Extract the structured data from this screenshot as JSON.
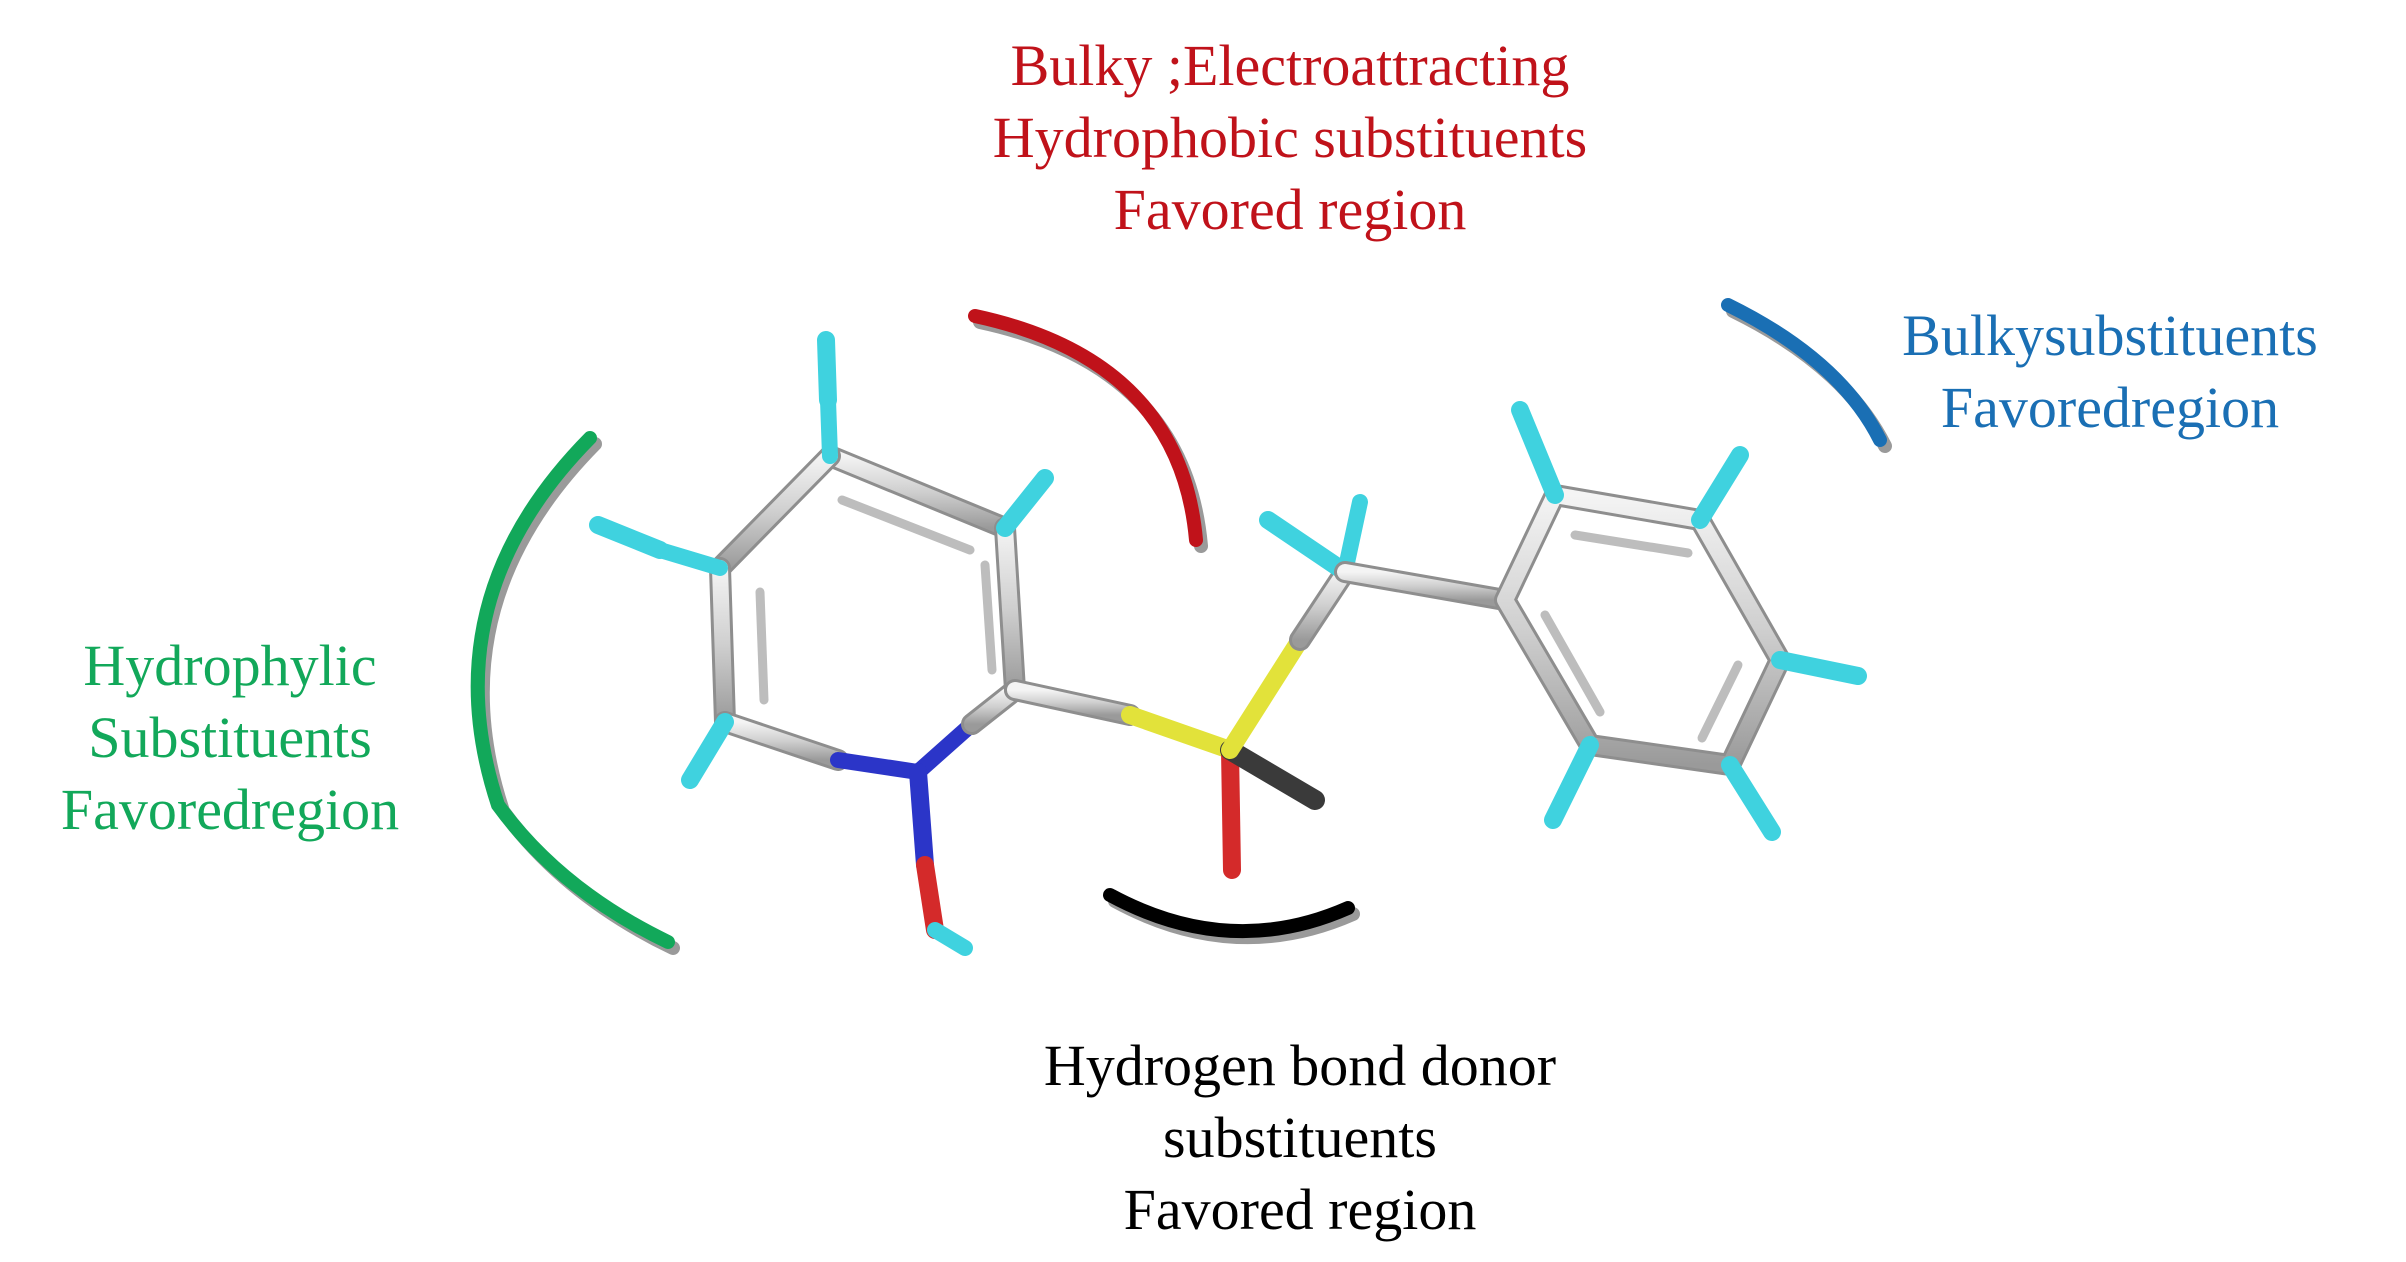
{
  "colors": {
    "red": "#c0121a",
    "blue": "#1a6fb4",
    "green": "#12a85a",
    "black": "#000000",
    "carbon": "#d6d6d6",
    "hydrogen": "#3fd2df",
    "nitrogen": "#2b35c8",
    "oxygen": "#d42a2a",
    "sulfur": "#e2e23a"
  },
  "labels": {
    "top": {
      "lines": [
        "Bulky ;Electroattracting",
        "Hydrophobic substituents",
        "Favored region"
      ]
    },
    "right": {
      "lines": [
        "Bulkysubstituents",
        "Favoredregion"
      ]
    },
    "left": {
      "lines": [
        "Hydrophylic",
        "Substituents",
        "Favoredregion"
      ]
    },
    "bottom": {
      "lines": [
        "Hydrogen bond donor",
        "substituents",
        "Favored region"
      ]
    }
  }
}
